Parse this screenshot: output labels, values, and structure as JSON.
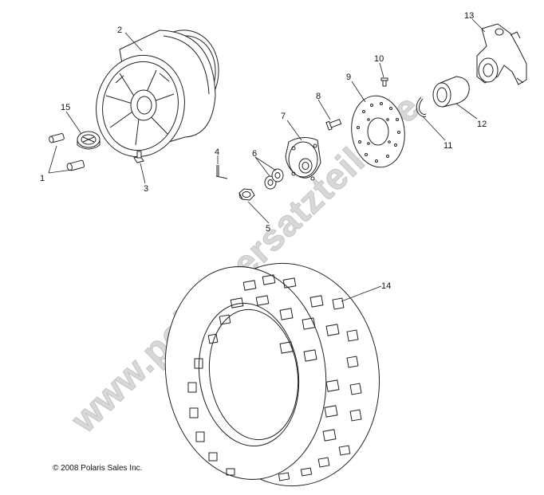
{
  "watermark": "www.polarisersatzteile.de",
  "copyright": "© 2008 Polaris Sales Inc.",
  "callouts": {
    "c1": "1",
    "c2": "2",
    "c3": "3",
    "c4": "4",
    "c5": "5",
    "c6": "6",
    "c7": "7",
    "c8": "8",
    "c9": "9",
    "c10": "10",
    "c11": "11",
    "c12": "12",
    "c13": "13",
    "c14": "14",
    "c15": "15"
  }
}
